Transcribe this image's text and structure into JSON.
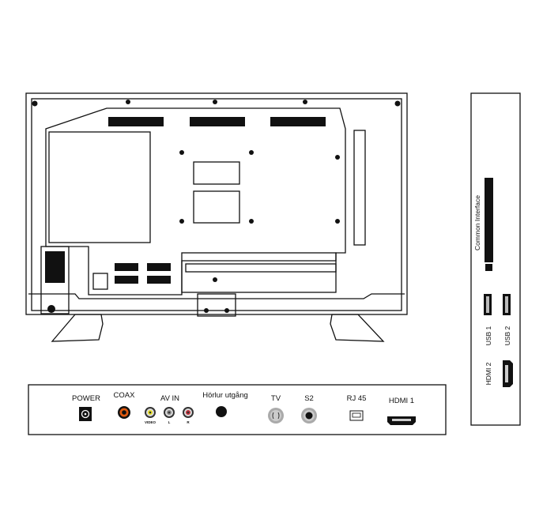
{
  "connector_panel": {
    "power": "POWER",
    "coax": "COAX",
    "av_in": "AV IN",
    "video": "VIDEO",
    "left": "L",
    "right": "R",
    "headphone": "Hörlur utgång",
    "tv": "TV",
    "s2": "S2",
    "rj45": "RJ 45",
    "hdmi1": "HDMI 1"
  },
  "side_panel": {
    "common_interface": "Common Interface",
    "usb1": "USB 1",
    "usb2": "USB 2",
    "hdmi2": "HDMI 2"
  },
  "colors": {
    "coax": "#e05a10",
    "video": "#e8e020",
    "audio_l": "#dddddd",
    "audio_r": "#c0303a",
    "gray_jack": "#b0b0b0"
  }
}
